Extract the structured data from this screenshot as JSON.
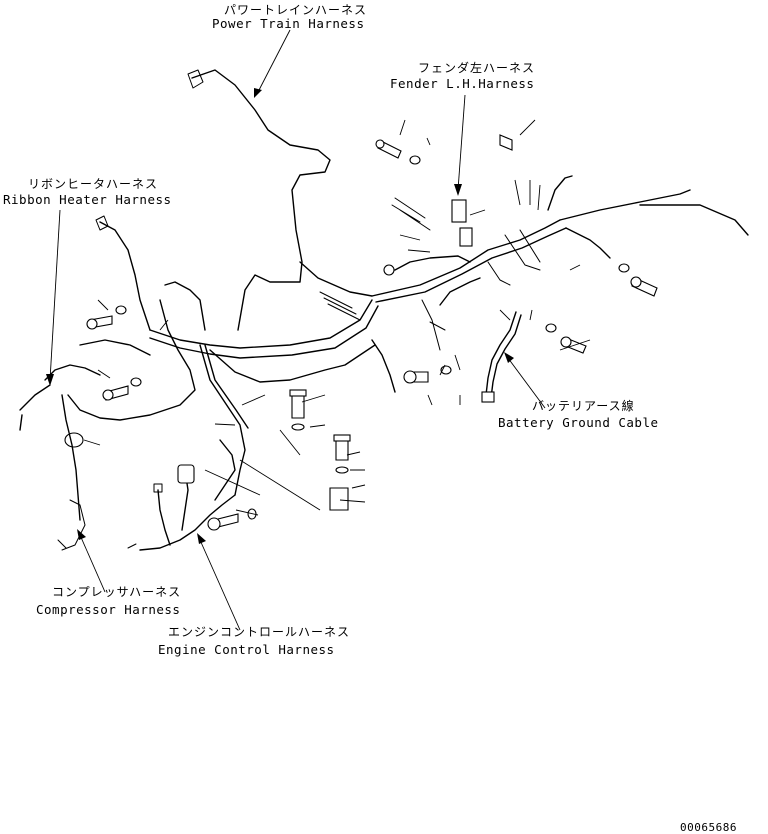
{
  "labels": {
    "power_train": {
      "jp": "パワートレインハーネス",
      "en": "Power Train Harness"
    },
    "fender_lh": {
      "jp": "フェンダ左ハーネス",
      "en": "Fender L.H.Harness"
    },
    "ribbon_heater": {
      "jp": "リボンヒータハーネス",
      "en": "Ribbon Heater Harness"
    },
    "battery_ground": {
      "jp": "バッテリアース線",
      "en": "Battery Ground Cable"
    },
    "compressor": {
      "jp": "コンプレッサハーネス",
      "en": "Compressor Harness"
    },
    "engine_control": {
      "jp": "エンジンコントロールハーネス",
      "en": "Engine Control Harness"
    }
  },
  "drawing_number": "00065686"
}
